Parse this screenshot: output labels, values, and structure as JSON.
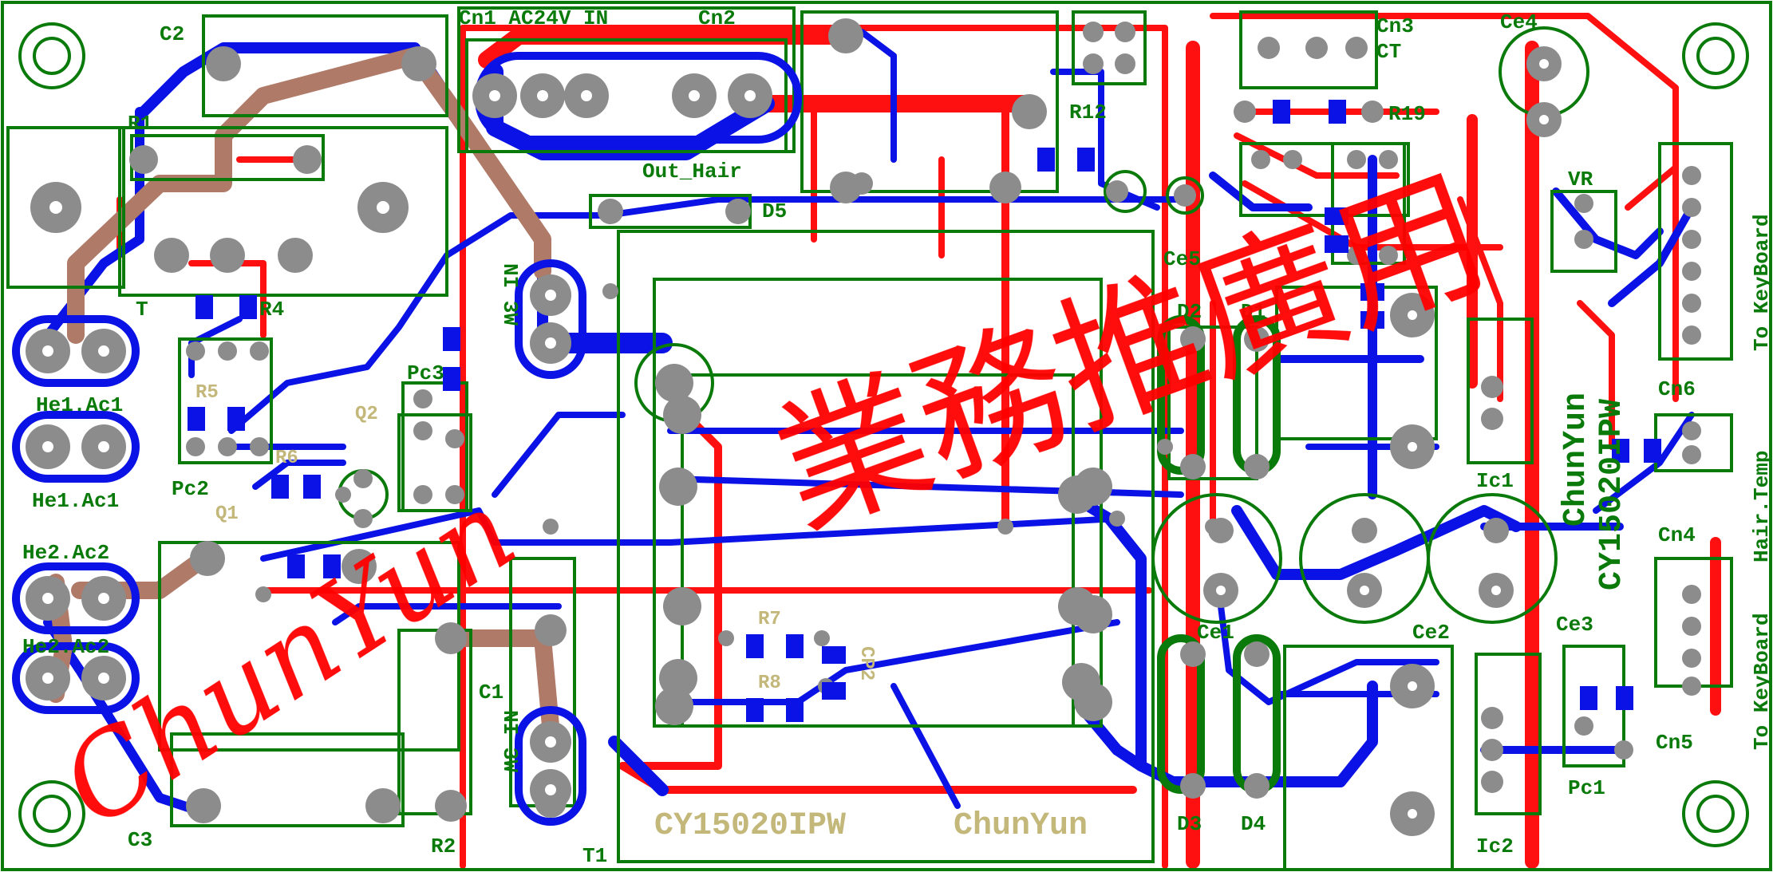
{
  "board": {
    "background": "#ffffff",
    "border_color": "#800080",
    "colors": {
      "silkscreen": "#0a7a0a",
      "top_copper": "#ff1010",
      "bottom_copper": "#0a12e6",
      "jumper": "#b07a68",
      "pad": "#8c8c8c",
      "bottom_silk": "#c3b77a",
      "watermark": "#ff0000"
    }
  },
  "labels": {
    "c2": "C2",
    "cn1": "Cn1 AC24V IN",
    "cn2": "Cn2",
    "cn3": "Cn3",
    "ct": "CT",
    "ce4": "Ce4",
    "r1": "R1",
    "t": "T",
    "r4": "R4",
    "he1_ac1_top": "He1.Ac1",
    "he1_ac1": "He1.Ac1",
    "pc3": "Pc3",
    "pc2": "Pc2",
    "he2_ac2_top": "He2.Ac2",
    "he2_ac2": "He2.Ac2",
    "c1": "C1",
    "c3": "C3",
    "r2": "R2",
    "t1": "T1",
    "d5": "D5",
    "out_hair": "Out_Hair",
    "r12": "R12",
    "d2": "D2",
    "d1": "D1",
    "ce5": "Ce5",
    "vr": "VR",
    "r19": "R19",
    "cn6": "Cn6",
    "ic1": "Ic1",
    "cn4": "Cn4",
    "ce1": "Ce1",
    "ce2": "Ce2",
    "ce3": "Ce3",
    "d3": "D3",
    "d4": "D4",
    "ic2": "Ic2",
    "pc1": "Pc1",
    "cn5": "Cn5",
    "to_keyboard_1": "To KeyBoard",
    "hair_temp": "Hair.Temp",
    "to_keyboard_2": "To KeyBoard",
    "ni_3w_top": "NI 3W",
    "ni_3w_bottom": "NI 3W",
    "model_vertical": "CY15020IPW",
    "brand_vertical": "ChunYun",
    "model_bottom": "CY15020IPW",
    "brand_bottom": "ChunYun",
    "r7": "R7",
    "r8": "R8",
    "cp2": "CP2",
    "r5": "R5",
    "r6": "R6",
    "q1": "Q1",
    "q2": "Q2"
  },
  "watermark": {
    "brand": "ChunYun",
    "chinese": "業務推廣用"
  }
}
